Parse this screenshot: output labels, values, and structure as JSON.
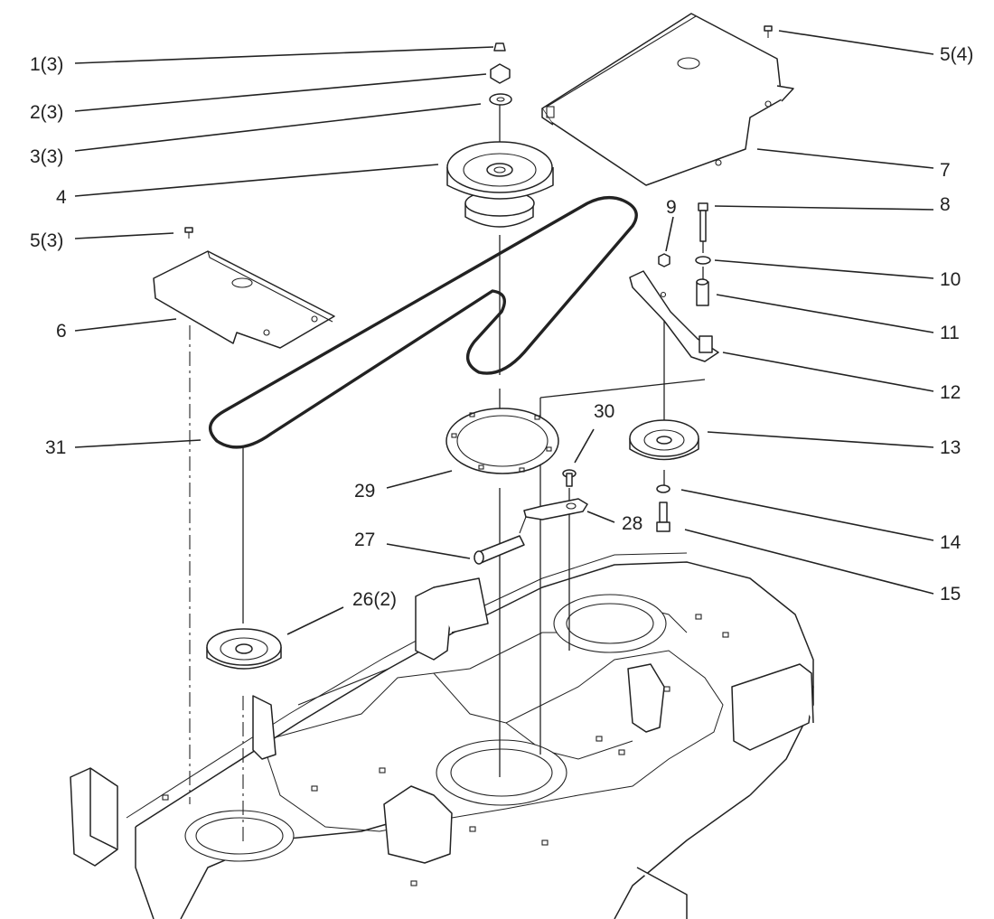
{
  "callouts": [
    {
      "id": "c1",
      "text": "1(3)"
    },
    {
      "id": "c2",
      "text": "2(3)"
    },
    {
      "id": "c3",
      "text": "3(3)"
    },
    {
      "id": "c4",
      "text": "4"
    },
    {
      "id": "c5a",
      "text": "5(3)"
    },
    {
      "id": "c5b",
      "text": "5(4)"
    },
    {
      "id": "c6",
      "text": "6"
    },
    {
      "id": "c7",
      "text": "7"
    },
    {
      "id": "c8",
      "text": "8"
    },
    {
      "id": "c9",
      "text": "9"
    },
    {
      "id": "c10",
      "text": "10"
    },
    {
      "id": "c11",
      "text": "11"
    },
    {
      "id": "c12",
      "text": "12"
    },
    {
      "id": "c13",
      "text": "13"
    },
    {
      "id": "c14",
      "text": "14"
    },
    {
      "id": "c15",
      "text": "15"
    },
    {
      "id": "c26",
      "text": "26(2)"
    },
    {
      "id": "c27",
      "text": "27"
    },
    {
      "id": "c28",
      "text": "28"
    },
    {
      "id": "c29",
      "text": "29"
    },
    {
      "id": "c30",
      "text": "30"
    },
    {
      "id": "c31",
      "text": "31"
    }
  ],
  "colors": {
    "line": "#222222",
    "background": "#ffffff"
  }
}
